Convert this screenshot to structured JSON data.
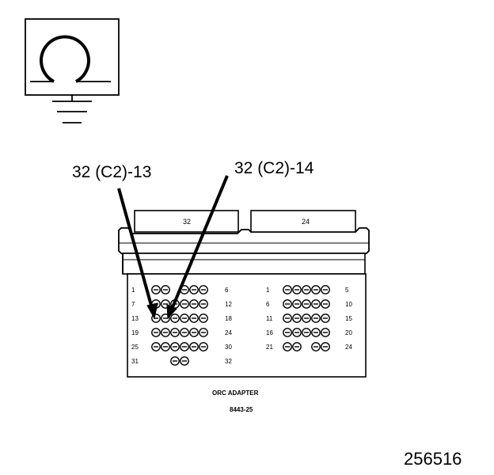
{
  "meter_symbol": {
    "icon": "ohmmeter-omega-icon"
  },
  "ground_symbol": {
    "icon": "ground-icon"
  },
  "callouts": {
    "left": "32 (C2)-13",
    "right": "32 (C2)-14"
  },
  "connectors": {
    "left_tab": "32",
    "right_tab": "24"
  },
  "left_block": {
    "rows": [
      {
        "start": "1",
        "end": "6",
        "pins": [
          1,
          1,
          0,
          1,
          1,
          1
        ]
      },
      {
        "start": "7",
        "end": "12",
        "pins": [
          1,
          1,
          1,
          1,
          1,
          1
        ]
      },
      {
        "start": "13",
        "end": "18",
        "pins": [
          1,
          1,
          1,
          1,
          1,
          1
        ]
      },
      {
        "start": "19",
        "end": "24",
        "pins": [
          1,
          1,
          1,
          1,
          1,
          1
        ]
      },
      {
        "start": "25",
        "end": "30",
        "pins": [
          1,
          1,
          1,
          1,
          1,
          1
        ]
      },
      {
        "start": "31",
        "end": "32",
        "pins": [
          0,
          0,
          1,
          1,
          0,
          0
        ]
      }
    ]
  },
  "right_block": {
    "rows": [
      {
        "start": "1",
        "end": "5",
        "pins": [
          1,
          1,
          1,
          1,
          1
        ]
      },
      {
        "start": "6",
        "end": "10",
        "pins": [
          1,
          1,
          1,
          1,
          1
        ]
      },
      {
        "start": "11",
        "end": "15",
        "pins": [
          1,
          1,
          1,
          1,
          1
        ]
      },
      {
        "start": "16",
        "end": "20",
        "pins": [
          1,
          1,
          1,
          1,
          1
        ]
      },
      {
        "start": "21",
        "end": "24",
        "pins": [
          1,
          1,
          0,
          1,
          1
        ]
      }
    ]
  },
  "adapter": {
    "name": "ORC ADAPTER",
    "part_number": "8443-25"
  },
  "figure_number": "256516"
}
